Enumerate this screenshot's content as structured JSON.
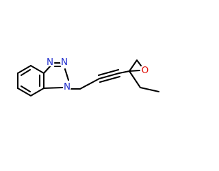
{
  "molecule": {
    "atoms": {
      "n1": {
        "label": "N",
        "color": "#1f2dcc"
      },
      "n2": {
        "label": "N",
        "color": "#1f2dcc"
      },
      "n3": {
        "label": "N",
        "color": "#1f2dcc"
      },
      "o1": {
        "label": "O",
        "color": "#e0120b"
      }
    },
    "bond_color": "#000000"
  }
}
